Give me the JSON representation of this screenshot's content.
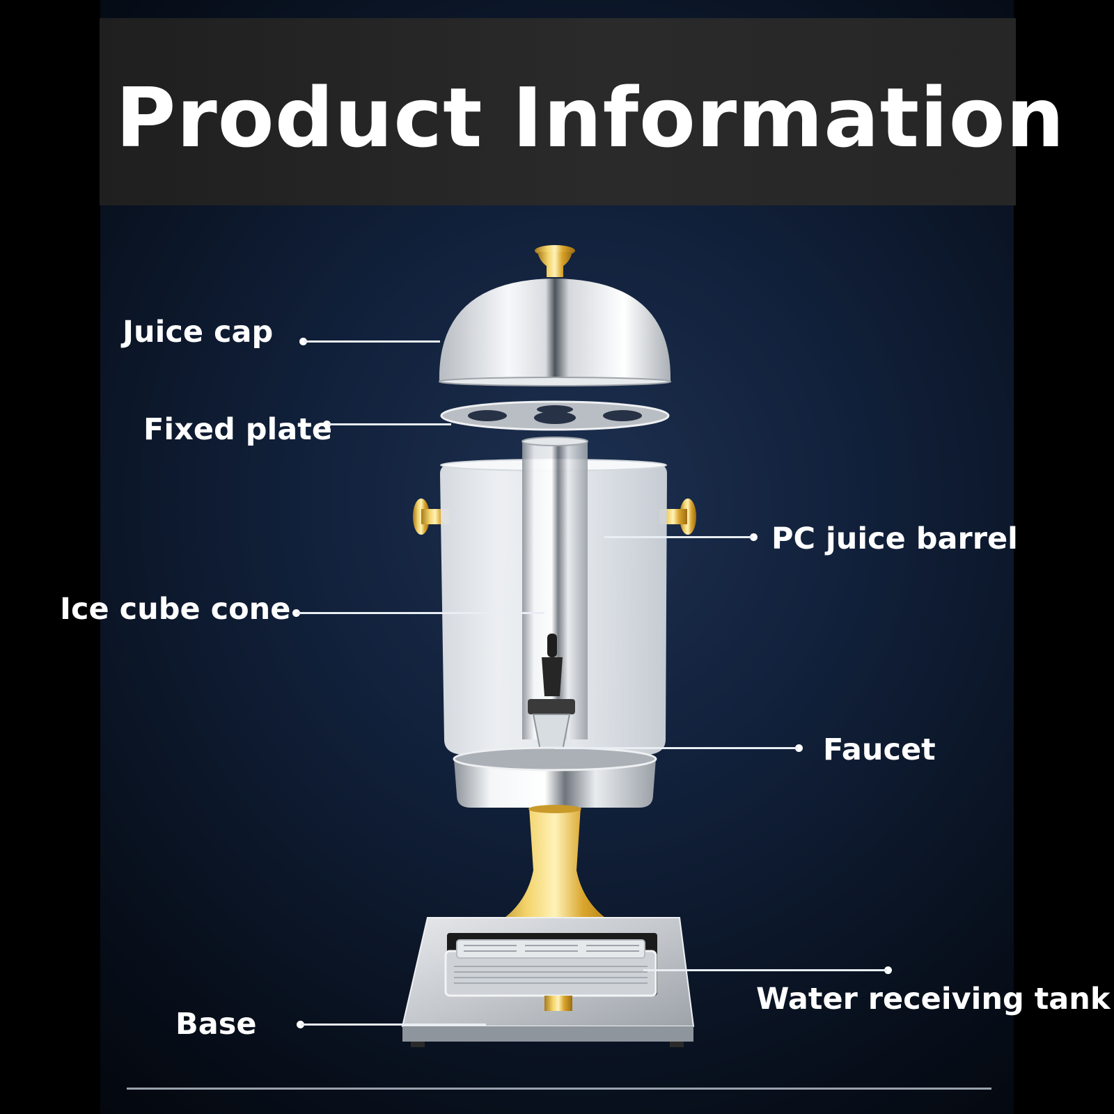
{
  "title": "Product Information",
  "parts": [
    {
      "id": "juice-cap",
      "label": "Juice cap"
    },
    {
      "id": "fixed-plate",
      "label": "Fixed plate"
    },
    {
      "id": "pc-juice-barrel",
      "label": "PC juice barrel"
    },
    {
      "id": "ice-cube-cone",
      "label": "Ice cube cone"
    },
    {
      "id": "faucet",
      "label": "Faucet"
    },
    {
      "id": "water-receiving-tank",
      "label": "Water receiving tank"
    },
    {
      "id": "base",
      "label": "Base"
    }
  ],
  "colors": {
    "background": "#0b1626",
    "title_bar": "#242424",
    "label_text": "#ffffff",
    "gold": "#e0b132",
    "steel": "#c9cdd2"
  }
}
